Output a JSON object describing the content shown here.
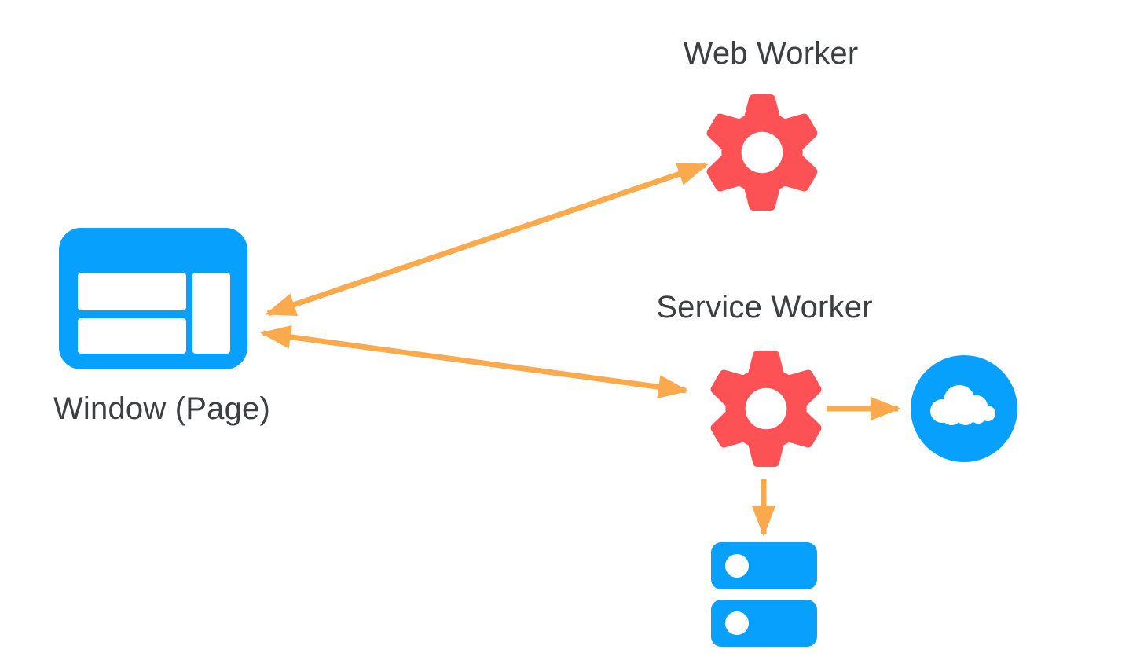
{
  "diagram": {
    "background_color": "#ffffff",
    "colors": {
      "node_blue": "#07A0FD",
      "gear_red": "#FC5256",
      "arrow_orange": "#FAAA4D",
      "label_text": "#3C4043"
    },
    "nodes": {
      "window": {
        "label": "Window (Page)",
        "icon": "browser-window-icon"
      },
      "web_worker": {
        "label": "Web Worker",
        "icon": "gear-icon"
      },
      "service_worker": {
        "label": "Service Worker",
        "icon": "gear-icon"
      },
      "network": {
        "icon": "cloud-icon"
      },
      "storage": {
        "icon": "database-icon"
      }
    },
    "edges": [
      {
        "from": "window",
        "to": "web_worker",
        "direction": "bidirectional"
      },
      {
        "from": "window",
        "to": "service_worker",
        "direction": "bidirectional"
      },
      {
        "from": "service_worker",
        "to": "network",
        "direction": "one-way"
      },
      {
        "from": "service_worker",
        "to": "storage",
        "direction": "one-way"
      }
    ]
  }
}
